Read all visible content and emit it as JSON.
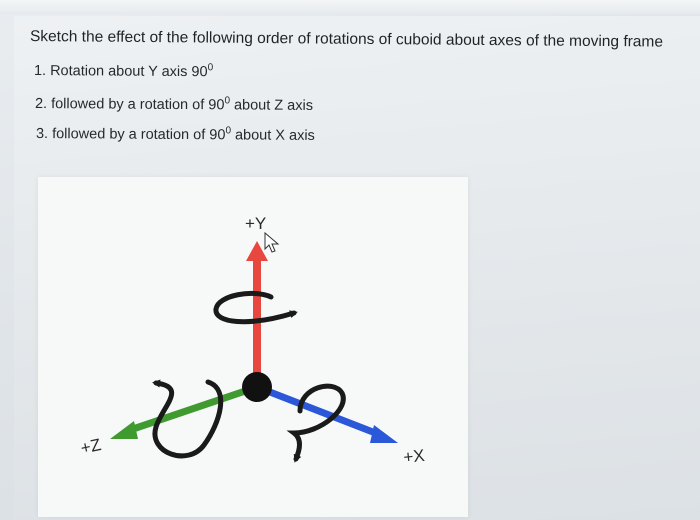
{
  "question": {
    "title": "Sketch the effect of the following order of rotations of cuboid about axes of the moving frame",
    "steps": [
      {
        "text": "1. Rotation about Y axis 90",
        "sup": "0"
      },
      {
        "text": "2. followed by a rotation of 90",
        "sup": "0",
        "suffix": " about Z axis"
      },
      {
        "text": "3. followed by a rotation of 90",
        "sup": "0",
        "suffix": " about X axis"
      }
    ]
  },
  "diagram": {
    "axes": {
      "y": {
        "label": "+Y",
        "color": "#e8473f"
      },
      "x": {
        "label": "+X",
        "color": "#2b57d9"
      },
      "z": {
        "label": "+Z",
        "color": "#3f9a2f"
      }
    },
    "origin_color": "#111111",
    "rotation_arrow_color": "#1a1a1a"
  }
}
